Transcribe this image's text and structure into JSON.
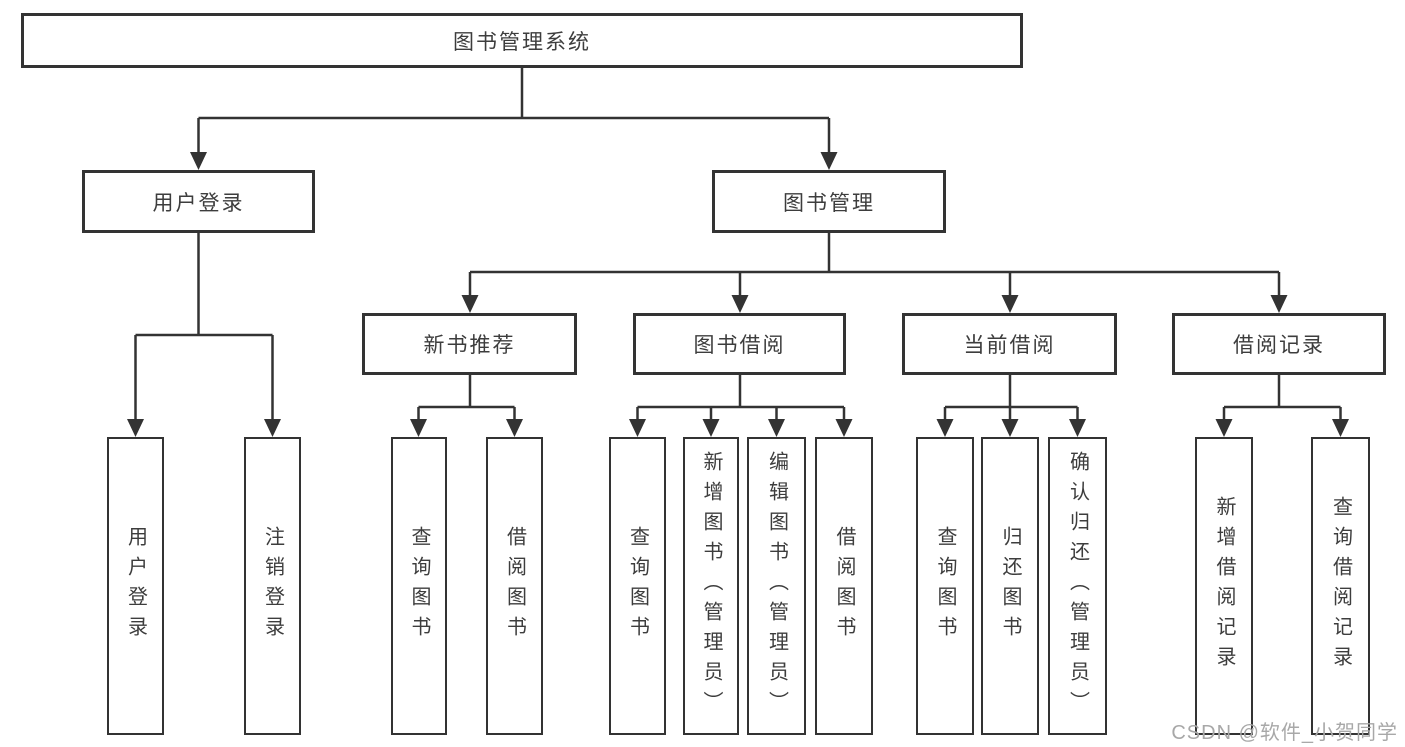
{
  "watermark": "CSDN @软件_小贺同学",
  "colors": {
    "line": "#333333",
    "box_border": "#333333",
    "text": "#3d3d3d",
    "watermark_text": "#a8a8a8",
    "background": "#ffffff"
  },
  "tree": {
    "label": "图书管理系统",
    "children": [
      {
        "label": "用户登录",
        "children": [
          {
            "label": "用户登录"
          },
          {
            "label": "注销登录"
          }
        ]
      },
      {
        "label": "图书管理",
        "children": [
          {
            "label": "新书推荐",
            "children": [
              {
                "label": "查询图书"
              },
              {
                "label": "借阅图书"
              }
            ]
          },
          {
            "label": "图书借阅",
            "children": [
              {
                "label": "查询图书"
              },
              {
                "label": "新增图书（管理员）"
              },
              {
                "label": "编辑图书（管理员）"
              },
              {
                "label": "借阅图书"
              }
            ]
          },
          {
            "label": "当前借阅",
            "children": [
              {
                "label": "查询图书"
              },
              {
                "label": "归还图书"
              },
              {
                "label": "确认归还（管理员）"
              }
            ]
          },
          {
            "label": "借阅记录",
            "children": [
              {
                "label": "新增借阅记录"
              },
              {
                "label": "查询借阅记录"
              }
            ]
          }
        ]
      }
    ]
  }
}
